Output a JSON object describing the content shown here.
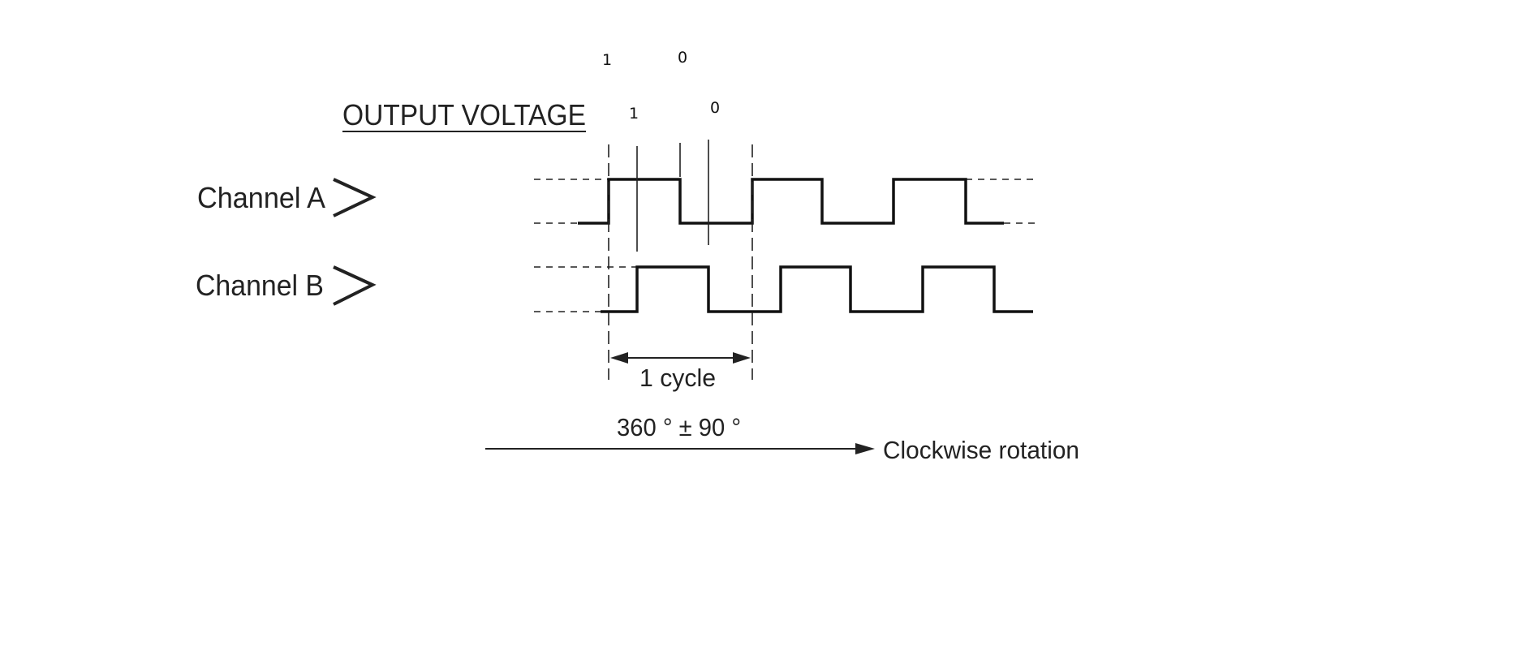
{
  "title": "OUTPUT VOLTAGE",
  "channels": [
    {
      "label": "Channel A"
    },
    {
      "label": "Channel B"
    }
  ],
  "bit_labels_top": [
    "1",
    "0"
  ],
  "bit_labels_mid": [
    "1",
    "0"
  ],
  "cycle_label": "1 cycle",
  "phase_label": "360 ° ± 90 °",
  "rotation_label": "Clockwise rotation"
}
